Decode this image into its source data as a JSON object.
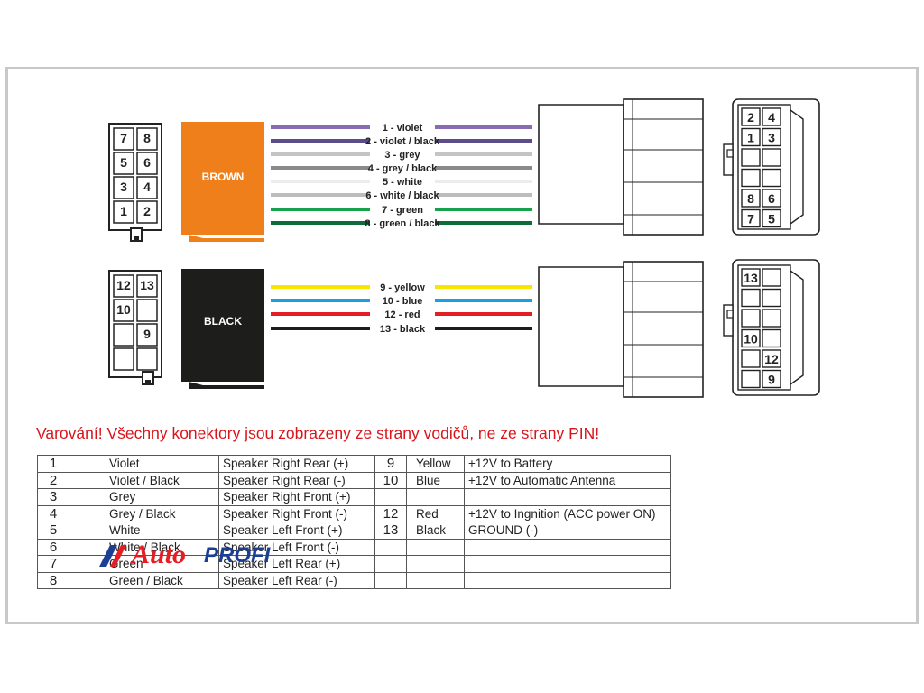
{
  "connectors": {
    "brown": {
      "label": "BROWN",
      "color": "#ef7f1a",
      "front_pins": [
        [
          "7",
          "8"
        ],
        [
          "5",
          "6"
        ],
        [
          "3",
          "4"
        ],
        [
          "1",
          "2"
        ]
      ],
      "back_pins": [
        [
          "2",
          "4"
        ],
        [
          "1",
          "3"
        ],
        [
          "",
          ""
        ],
        [
          "",
          ""
        ],
        [
          "8",
          "6"
        ],
        [
          "7",
          "5"
        ]
      ]
    },
    "black": {
      "label": "BLACK",
      "color": "#1d1d1b",
      "front_pins": [
        [
          "12",
          "13"
        ],
        [
          "10",
          ""
        ],
        [
          "",
          "9"
        ],
        [
          "",
          ""
        ]
      ],
      "back_pins": [
        [
          "13",
          ""
        ],
        [
          "",
          ""
        ],
        [
          "",
          ""
        ],
        [
          "10",
          ""
        ],
        [
          "",
          "12"
        ],
        [
          "",
          "9"
        ]
      ]
    }
  },
  "wires": [
    {
      "label": "1 - violet",
      "color": "#8a6bb0",
      "stripe": ""
    },
    {
      "label": "2 - violet / black",
      "color": "#5a4d8a",
      "stripe": ""
    },
    {
      "label": "3 - grey",
      "color": "#c4c4c4",
      "stripe": ""
    },
    {
      "label": "4 - grey / black",
      "color": "#8a8a8a",
      "stripe": ""
    },
    {
      "label": "5 - white",
      "color": "#ececec",
      "stripe": ""
    },
    {
      "label": "6 - white / black",
      "color": "#bdbdbd",
      "stripe": ""
    },
    {
      "label": "7 - green",
      "color": "#16a14a",
      "stripe": ""
    },
    {
      "label": "8 - green / black",
      "color": "#0f6b3a",
      "stripe": ""
    },
    {
      "label": "9 - yellow",
      "color": "#f6e600",
      "stripe": ""
    },
    {
      "label": "10 - blue",
      "color": "#1aa0dc",
      "stripe": ""
    },
    {
      "label": "12 - red",
      "color": "#e31e24",
      "stripe": ""
    },
    {
      "label": "13 - black",
      "color": "#1d1d1b",
      "stripe": ""
    }
  ],
  "warning": "Varování! Všechny konektory jsou zobrazeny ze strany vodičů, ne ze strany PIN!",
  "table": {
    "rows": [
      {
        "n1": "1",
        "c1": "Violet",
        "f1": "Speaker Right Rear (+)",
        "n2": "9",
        "c2": "Yellow",
        "f2": "+12V to Battery"
      },
      {
        "n1": "2",
        "c1": "Violet / Black",
        "f1": "Speaker Right Rear (-)",
        "n2": "10",
        "c2": "Blue",
        "f2": "+12V to Automatic Antenna"
      },
      {
        "n1": "3",
        "c1": "Grey",
        "f1": "Speaker Right Front (+)",
        "n2": "",
        "c2": "",
        "f2": ""
      },
      {
        "n1": "4",
        "c1": "Grey / Black",
        "f1": "Speaker Right Front (-)",
        "n2": "12",
        "c2": "Red",
        "f2": "+12V to Ingnition (ACC power ON)"
      },
      {
        "n1": "5",
        "c1": "White",
        "f1": "Speaker Left Front (+)",
        "n2": "13",
        "c2": "Black",
        "f2": "GROUND (-)"
      },
      {
        "n1": "6",
        "c1": "White / Black",
        "f1": "Speaker Left Front (-)",
        "n2": "",
        "c2": "",
        "f2": ""
      },
      {
        "n1": "7",
        "c1": "Green",
        "f1": "Speaker Left Rear (+)",
        "n2": "",
        "c2": "",
        "f2": ""
      },
      {
        "n1": "8",
        "c1": "Green / Black",
        "f1": "Speaker Left Rear (-)",
        "n2": "",
        "c2": "",
        "f2": ""
      }
    ]
  },
  "watermark": {
    "part1": "Auto",
    "part2": "PROFI",
    "red": "#e51e25",
    "blue": "#1c3f94"
  }
}
